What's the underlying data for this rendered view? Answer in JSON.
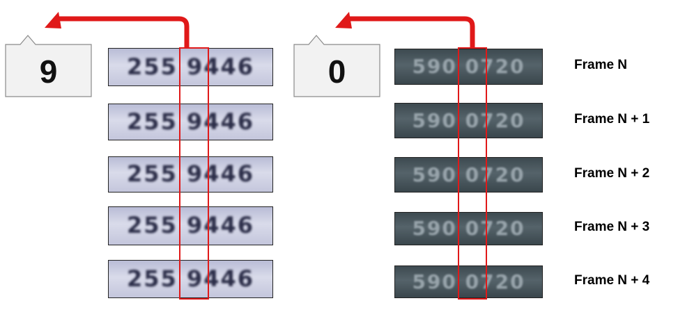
{
  "left": {
    "prediction": "9",
    "plates": [
      "255 9446",
      "255 9446",
      "255 9446",
      "255 9446",
      "255 9446"
    ]
  },
  "right": {
    "prediction": "0",
    "plates": [
      "590 0720",
      "590 0720",
      "590 0720",
      "590 0720",
      "590 0720"
    ]
  },
  "frame_labels": [
    "Frame N",
    "Frame N + 1",
    "Frame N + 2",
    "Frame N + 3",
    "Frame N + 4"
  ],
  "colors": {
    "highlight": "#e01919",
    "arrow": "#e01919",
    "callout_fill": "#f2f2f2",
    "callout_border": "#8a8a8a"
  }
}
